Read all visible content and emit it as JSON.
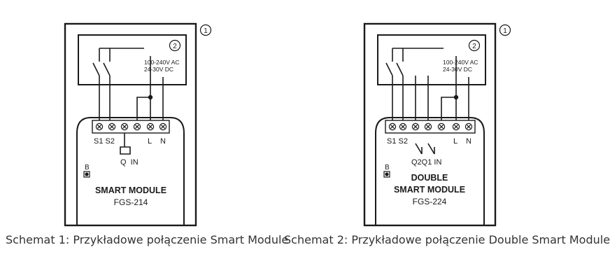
{
  "diagrams": [
    {
      "callout_outer": "1",
      "callout_inner": "2",
      "supply_ac": "100-240V AC",
      "supply_dc": "24-30V DC",
      "terminal_labels": [
        "S1 S2",
        "L",
        "N"
      ],
      "output_labels": "Q  IN",
      "b_label": "B",
      "name_lines": [
        "SMART MODULE"
      ],
      "model": "FGS-214"
    },
    {
      "callout_outer": "1",
      "callout_inner": "2",
      "supply_ac": "100-240V AC",
      "supply_dc": "24-30V DC",
      "terminal_labels": [
        "S1 S2",
        "L",
        "N"
      ],
      "output_labels": "Q2Q1 IN",
      "b_label": "B",
      "name_lines": [
        "DOUBLE",
        "SMART MODULE"
      ],
      "model": "FGS-224"
    }
  ],
  "captions": [
    "Schemat 1: Przykładowe połączenie Smart Module",
    "Schemat 2: Przykładowe połączenie Double Smart Module"
  ]
}
